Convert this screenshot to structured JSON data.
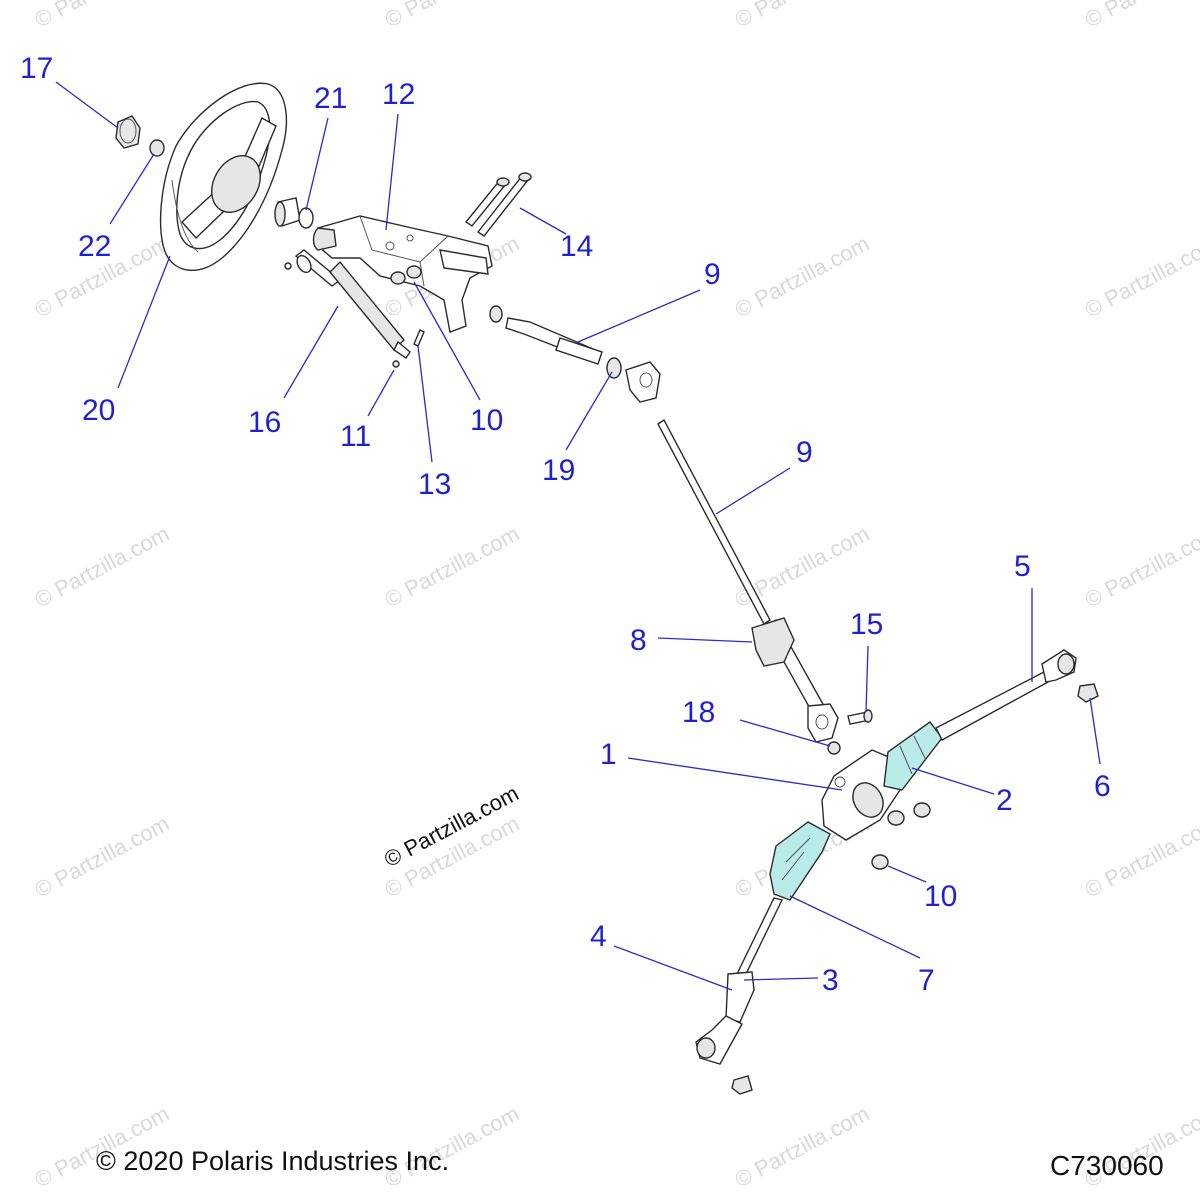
{
  "watermark_text": "© Partzilla.com",
  "center_stamp": "© Partzilla.com",
  "copyright": "© 2020 Polaris Industries Inc.",
  "diagram_code": "C730060",
  "callout_color": "#1f1fd6",
  "boot_color": "#b9ece8",
  "callouts": {
    "c1": "1",
    "c2": "2",
    "c3": "3",
    "c4": "4",
    "c5": "5",
    "c6": "6",
    "c7": "7",
    "c8": "8",
    "c9a": "9",
    "c9b": "9",
    "c10a": "10",
    "c10b": "10",
    "c11": "11",
    "c12": "12",
    "c13": "13",
    "c14": "14",
    "c15": "15",
    "c16": "16",
    "c17": "17",
    "c18": "18",
    "c19": "19",
    "c20": "20",
    "c21": "21",
    "c22": "22"
  }
}
